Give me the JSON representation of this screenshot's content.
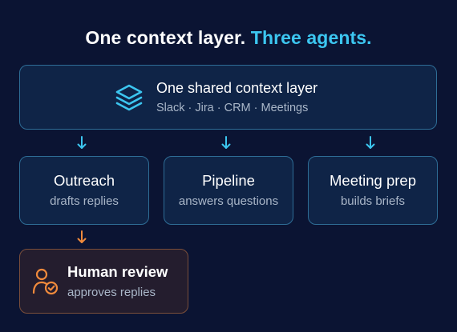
{
  "header": {
    "title_main": "One context layer.",
    "title_accent": "Three agents."
  },
  "context_layer": {
    "icon": "layers-stack-icon",
    "title": "One shared context layer",
    "sources": "Slack · Jira · CRM · Meetings"
  },
  "agents": [
    {
      "title": "Outreach",
      "description": "drafts replies"
    },
    {
      "title": "Pipeline",
      "description": "answers questions"
    },
    {
      "title": "Meeting prep",
      "description": "builds briefs"
    }
  ],
  "human_review": {
    "icon": "user-check-icon",
    "title": "Human review",
    "description": "approves replies"
  },
  "colors": {
    "background": "#0b1433",
    "accent": "#3cc6f0",
    "box_fill": "#0f2447",
    "box_border": "#2e6d96",
    "human_accent": "#f08a3c",
    "human_border": "#7a4e3a",
    "muted_text": "#a9b6c8"
  }
}
